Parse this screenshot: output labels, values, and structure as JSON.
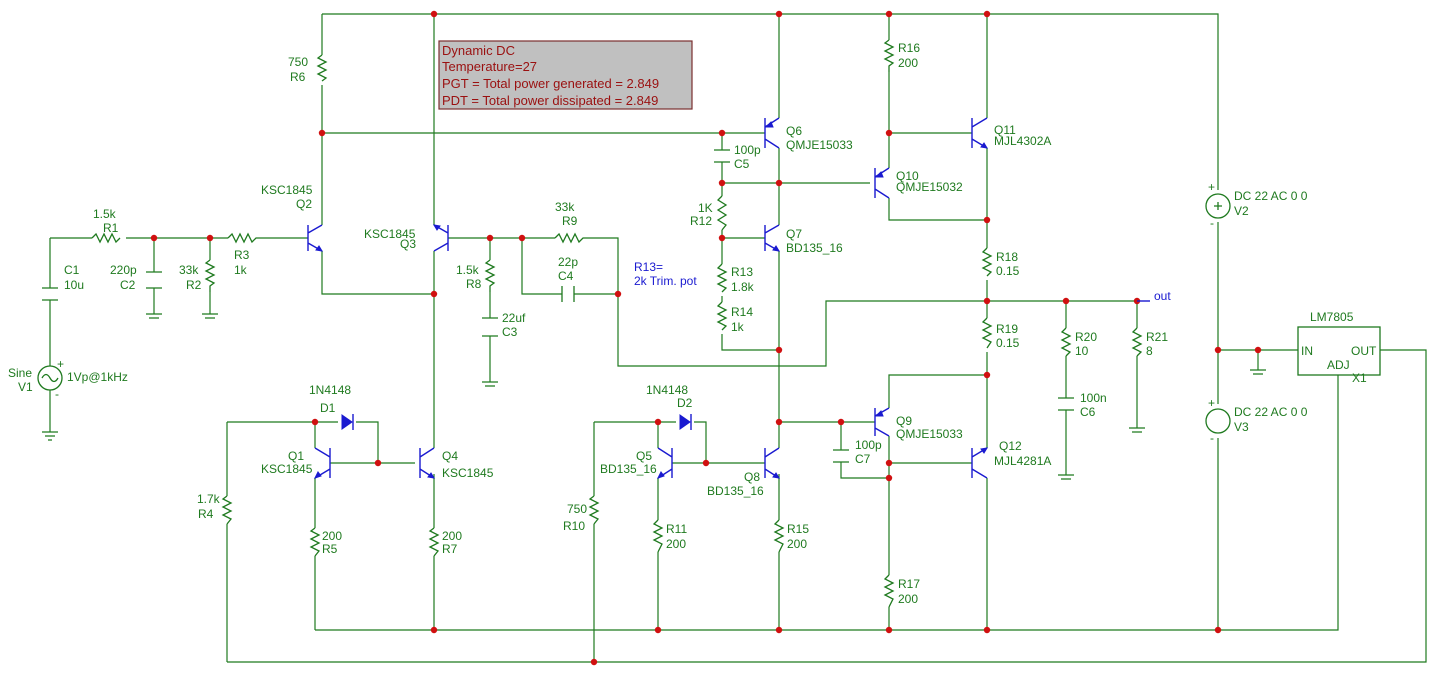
{
  "infobox": {
    "lines": [
      "Dynamic DC",
      "Temperature=27",
      "PGT = Total power generated = 2.849",
      "PDT = Total power dissipated = 2.849"
    ]
  },
  "note": {
    "lines": [
      "R13=",
      "2k Trim. pot"
    ]
  },
  "out_label": "out",
  "components": [
    {
      "ref": "R6",
      "value": "750"
    },
    {
      "ref": "R1",
      "value": "1.5k"
    },
    {
      "ref": "C1",
      "value": "10u"
    },
    {
      "ref": "C2",
      "value": "220p"
    },
    {
      "ref": "R2",
      "value": "33k"
    },
    {
      "ref": "R3",
      "value": "1k"
    },
    {
      "ref": "Q2",
      "value": "KSC1845"
    },
    {
      "ref": "Q3",
      "value": "KSC1845"
    },
    {
      "ref": "R8",
      "value": "1.5k"
    },
    {
      "ref": "C3",
      "value": "22uf"
    },
    {
      "ref": "R9",
      "value": "33k"
    },
    {
      "ref": "C4",
      "value": "22p"
    },
    {
      "ref": "C5",
      "value": "100p"
    },
    {
      "ref": "Q6",
      "value": "QMJE15033"
    },
    {
      "ref": "R12",
      "value": "1K"
    },
    {
      "ref": "Q7",
      "value": "BD135_16"
    },
    {
      "ref": "R13",
      "value": "1.8k"
    },
    {
      "ref": "R14",
      "value": "1k"
    },
    {
      "ref": "R16",
      "value": "200"
    },
    {
      "ref": "Q10",
      "value": "QMJE15032"
    },
    {
      "ref": "Q11",
      "value": "MJL4302A"
    },
    {
      "ref": "R18",
      "value": "0.15"
    },
    {
      "ref": "R19",
      "value": "0.15"
    },
    {
      "ref": "R20",
      "value": "10"
    },
    {
      "ref": "C6",
      "value": "100n"
    },
    {
      "ref": "R21",
      "value": "8"
    },
    {
      "ref": "V1",
      "value": "1Vp@1kHz",
      "type": "Sine"
    },
    {
      "ref": "D1",
      "value": "1N4148"
    },
    {
      "ref": "Q1",
      "value": "KSC1845"
    },
    {
      "ref": "Q4",
      "value": "KSC1845"
    },
    {
      "ref": "R4",
      "value": "1.7k"
    },
    {
      "ref": "R5",
      "value": "200"
    },
    {
      "ref": "R7",
      "value": "200"
    },
    {
      "ref": "D2",
      "value": "1N4148"
    },
    {
      "ref": "Q5",
      "value": "BD135_16"
    },
    {
      "ref": "Q8",
      "value": "BD135_16"
    },
    {
      "ref": "R10",
      "value": "750"
    },
    {
      "ref": "R11",
      "value": "200"
    },
    {
      "ref": "R15",
      "value": "200"
    },
    {
      "ref": "Q9",
      "value": "QMJE15033"
    },
    {
      "ref": "C7",
      "value": "100p"
    },
    {
      "ref": "Q12",
      "value": "MJL4281A"
    },
    {
      "ref": "R17",
      "value": "200"
    },
    {
      "ref": "V2",
      "value": "DC 22 AC 0 0"
    },
    {
      "ref": "V3",
      "value": "DC 22 AC 0 0"
    },
    {
      "ref": "X1",
      "value": "LM7805",
      "pins": [
        "IN",
        "ADJ",
        "OUT"
      ]
    }
  ]
}
